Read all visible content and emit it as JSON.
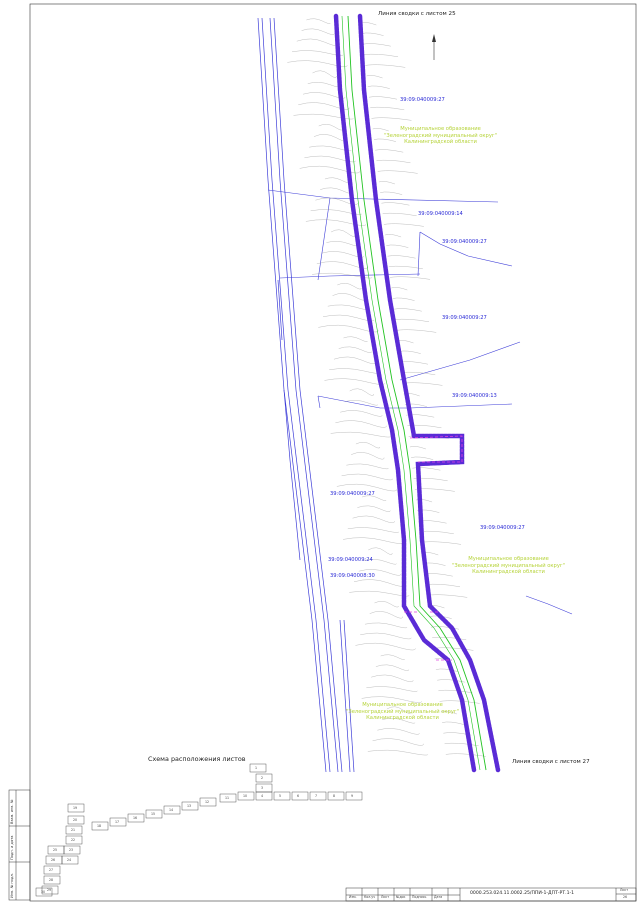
{
  "match_lines": {
    "top": "Линия сводки с листом 25",
    "bottom": "Линия сводки с листом 27"
  },
  "cadastral_labels": [
    "39:09:040009:27",
    "39:09:040009:14",
    "39:09:040009:27",
    "39:09:040009:27",
    "39:09:040009:13",
    "39:09:040009:27",
    "39:09:040009:27",
    "39:09:040009:24",
    "39:09:040008:30"
  ],
  "municipal_labels": [
    "Муниципальное образование\n\"Зеленоградский муниципальный округ\"\nКалининградской области",
    "Муниципальное образование\n\"Зеленоградский муниципальный округ\"\nКалининградской области",
    "Муниципальное образование\n\"Зеленоградский муниципальный округ\"\nКалининградской области"
  ],
  "scheme": {
    "title": "Схема расположения листов",
    "sheets": [
      "1",
      "2",
      "3",
      "4",
      "5",
      "6",
      "7",
      "8",
      "9",
      "10",
      "11",
      "12",
      "13",
      "14",
      "15",
      "16",
      "17",
      "18",
      "19",
      "20",
      "21",
      "22",
      "23",
      "24",
      "25",
      "26",
      "27",
      "28",
      "29",
      "30",
      "31",
      "32",
      "33",
      "34",
      "35"
    ]
  },
  "title_block": {
    "code": "0000.253.024.11.0002.25/ППИ-1-ДПТ-РТ.1-1",
    "sheet_label": "Лист",
    "sheet_number": "26",
    "header_cells": [
      "Изм.",
      "Кол.уч",
      "Лист",
      "№док",
      "Подпись",
      "Дата"
    ]
  },
  "side_stamp": [
    "Взам. инв. №",
    "Подп. и дата",
    "Инв. № подл."
  ],
  "colors": {
    "parcel_boundary": "#5a2bd6",
    "centerline": "#22c322",
    "cadastral_text": "#2b2bd6",
    "municipal_text": "#b6d33a",
    "road_lines": "#3d3dd8",
    "contours": "#8a8a8a"
  }
}
